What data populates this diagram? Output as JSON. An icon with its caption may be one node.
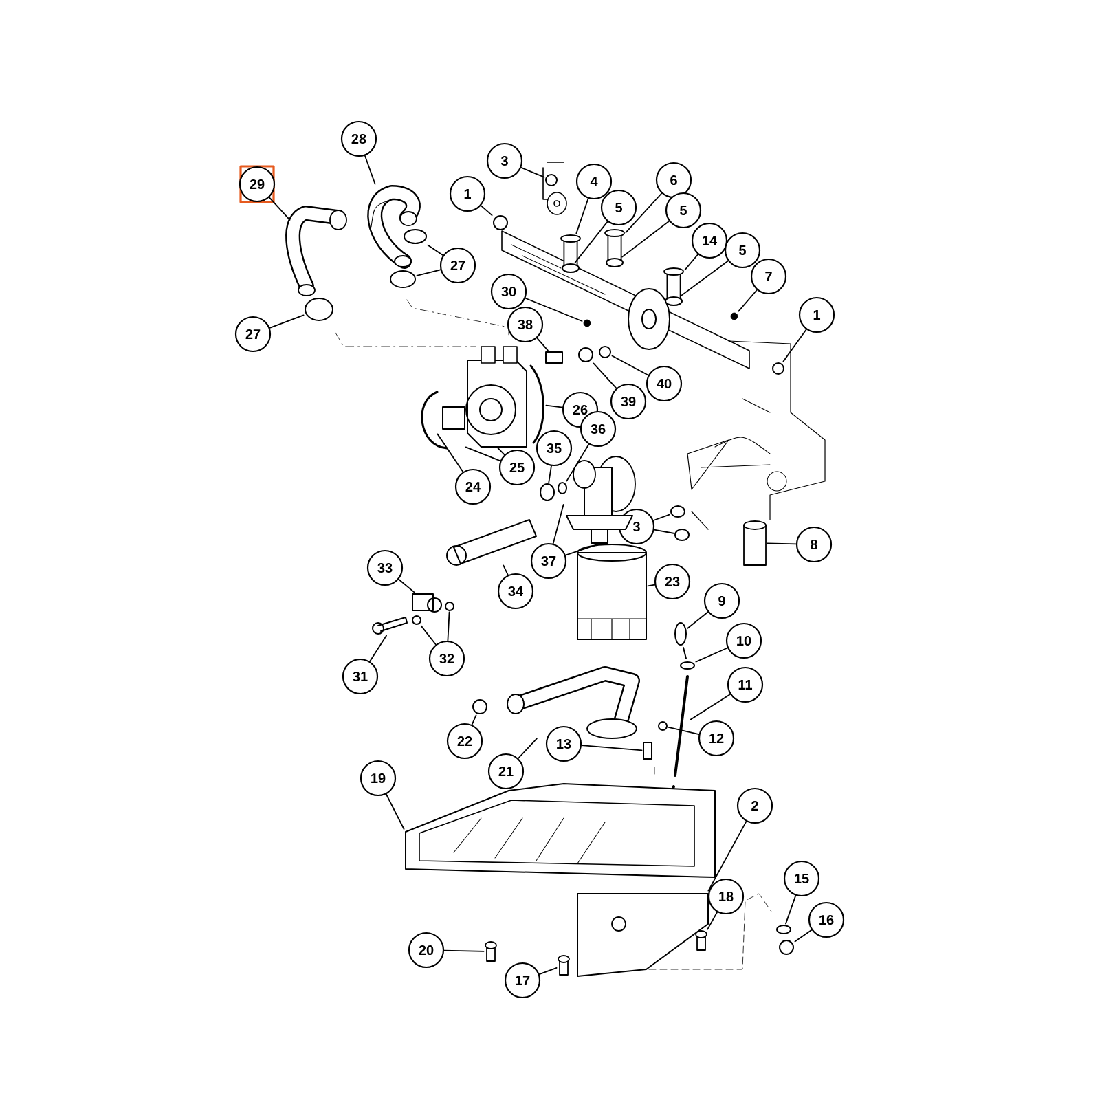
{
  "diagram": {
    "nodes": [
      {
        "text": [
          "29"
        ]
      },
      {
        "text": [
          "28"
        ]
      },
      {
        "text": [
          "27"
        ]
      },
      {
        "text": [
          "27"
        ]
      },
      {
        "text": [
          "3"
        ]
      },
      {
        "text": [
          "1"
        ]
      },
      {
        "text": [
          "4"
        ]
      },
      {
        "text": [
          "5"
        ]
      },
      {
        "text": [
          "6"
        ]
      },
      {
        "text": [
          "5"
        ]
      },
      {
        "text": [
          "14"
        ]
      },
      {
        "text": [
          "5"
        ]
      },
      {
        "text": [
          "7"
        ]
      },
      {
        "text": [
          "1"
        ]
      },
      {
        "text": [
          "30"
        ]
      },
      {
        "text": [
          "38"
        ]
      },
      {
        "text": [
          "40"
        ]
      },
      {
        "text": [
          "39"
        ]
      },
      {
        "text": [
          "26"
        ]
      },
      {
        "text": [
          "36"
        ]
      },
      {
        "text": [
          "35"
        ]
      },
      {
        "text": [
          "25"
        ]
      },
      {
        "text": [
          "24"
        ]
      },
      {
        "text": [
          "3"
        ]
      },
      {
        "text": [
          "8"
        ]
      },
      {
        "text": [
          "37"
        ]
      },
      {
        "text": [
          "23"
        ]
      },
      {
        "text": [
          "34"
        ]
      },
      {
        "text": [
          "33"
        ]
      },
      {
        "text": [
          "32"
        ]
      },
      {
        "text": [
          "31"
        ]
      },
      {
        "text": [
          "9"
        ]
      },
      {
        "text": [
          "10"
        ]
      },
      {
        "text": [
          "11"
        ]
      },
      {
        "text": [
          "12"
        ]
      },
      {
        "text": [
          "13"
        ]
      },
      {
        "text": [
          "22"
        ]
      },
      {
        "text": [
          "21"
        ]
      },
      {
        "text": [
          "19"
        ]
      },
      {
        "text": [
          "2"
        ]
      },
      {
        "text": [
          "18"
        ]
      },
      {
        "text": [
          "15"
        ]
      },
      {
        "text": [
          "16"
        ]
      },
      {
        "text": [
          "20"
        ]
      },
      {
        "text": [
          "17"
        ]
      },
      {
        "text": [],
        "shape": "picture"
      },
      {
        "text": [],
        "shape": "picture"
      },
      {
        "text": [],
        "shape": "circle"
      },
      {
        "text": [],
        "shape": "circle"
      },
      {
        "text": [],
        "shape": "circle"
      },
      {
        "text": [],
        "shape": "circle"
      },
      {
        "text": [],
        "shape": "circle"
      },
      {
        "text": [],
        "shape": "cylinder"
      },
      {
        "text": [],
        "shape": "circle"
      },
      {
        "text": [],
        "shape": "cylinder"
      },
      {
        "text": [],
        "shape": "circle"
      },
      {
        "text": [],
        "shape": "cylinder"
      },
      {
        "text": [],
        "shape": "circle"
      },
      {
        "text": [],
        "shape": "circle"
      },
      {
        "text": [],
        "shape": "circle"
      },
      {
        "text": [],
        "shape": "circle"
      },
      {
        "text": [],
        "shape": "box"
      },
      {
        "text": [],
        "shape": "circle"
      },
      {
        "text": [],
        "shape": "circle"
      },
      {
        "text": [],
        "shape": "picture"
      },
      {
        "text": [],
        "shape": "circle"
      },
      {
        "text": [],
        "shape": "circle"
      },
      {
        "text": [],
        "shape": "picture"
      },
      {
        "text": [],
        "shape": "picture"
      },
      {
        "text": [],
        "shape": "circle"
      },
      {
        "text": [],
        "shape": "circle"
      },
      {
        "text": [],
        "shape": "cylinder"
      },
      {
        "text": [],
        "shape": "picture"
      },
      {
        "text": [],
        "shape": "picture"
      },
      {
        "text": [],
        "shape": "picture"
      },
      {
        "text": [],
        "shape": "picture"
      },
      {
        "text": [],
        "shape": "circle"
      },
      {
        "text": [],
        "shape": "circle"
      },
      {
        "text": [],
        "shape": "picture"
      },
      {
        "text": [],
        "shape": "circle"
      },
      {
        "text": [],
        "shape": "circle"
      },
      {
        "text": [],
        "shape": "picture"
      },
      {
        "text": [],
        "shape": "circle"
      },
      {
        "text": [],
        "shape": "box"
      },
      {
        "text": [],
        "shape": "circle"
      },
      {
        "text": [],
        "shape": "picture"
      },
      {
        "text": [],
        "shape": "picture"
      },
      {
        "text": [],
        "shape": "picture"
      },
      {
        "text": [],
        "shape": "cylinder"
      },
      {
        "text": [],
        "shape": "circle"
      },
      {
        "text": [],
        "shape": "circle"
      },
      {
        "text": [],
        "shape": "cylinder"
      },
      {
        "text": [],
        "shape": "cylinder"
      }
    ],
    "edges": [
      {
        "from": 0,
        "to": 45,
        "arrow": "none"
      },
      {
        "from": 1,
        "to": 46,
        "arrow": "none"
      },
      {
        "from": 2,
        "to": 47,
        "arrow": "none"
      },
      {
        "from": 2,
        "to": 48,
        "arrow": "none"
      },
      {
        "from": 3,
        "to": 49,
        "arrow": "none"
      },
      {
        "from": 4,
        "to": 50,
        "arrow": "none"
      },
      {
        "from": 5,
        "to": 51,
        "arrow": "none"
      },
      {
        "from": 6,
        "to": 52,
        "arrow": "none"
      },
      {
        "from": 7,
        "to": 53,
        "arrow": "none"
      },
      {
        "from": 8,
        "to": 54,
        "arrow": "none"
      },
      {
        "from": 9,
        "to": 55,
        "arrow": "none"
      },
      {
        "from": 10,
        "to": 56,
        "arrow": "none"
      },
      {
        "from": 11,
        "to": 57,
        "arrow": "none"
      },
      {
        "from": 12,
        "to": 58,
        "arrow": "none"
      },
      {
        "from": 13,
        "to": 59,
        "arrow": "none"
      },
      {
        "from": 14,
        "to": 60,
        "arrow": "none"
      },
      {
        "from": 15,
        "to": 61,
        "arrow": "none"
      },
      {
        "from": 16,
        "to": 62,
        "arrow": "none"
      },
      {
        "from": 17,
        "to": 63,
        "arrow": "none"
      },
      {
        "from": 18,
        "to": 64,
        "arrow": "none"
      },
      {
        "from": 19,
        "to": 65,
        "arrow": "none"
      },
      {
        "from": 20,
        "to": 66,
        "arrow": "none"
      },
      {
        "from": 21,
        "to": 67,
        "arrow": "none"
      },
      {
        "from": 21,
        "to": 67,
        "arrow": "none"
      },
      {
        "from": 22,
        "to": 68,
        "arrow": "none"
      },
      {
        "from": 23,
        "to": 69,
        "arrow": "none"
      },
      {
        "from": 23,
        "to": 70,
        "arrow": "none"
      },
      {
        "from": 24,
        "to": 71,
        "arrow": "none"
      },
      {
        "from": 25,
        "to": 72,
        "arrow": "none"
      },
      {
        "from": 25,
        "to": 72,
        "arrow": "none"
      },
      {
        "from": 26,
        "to": 73,
        "arrow": "none"
      },
      {
        "from": 27,
        "to": 74,
        "arrow": "none"
      },
      {
        "from": 28,
        "to": 75,
        "arrow": "none"
      },
      {
        "from": 29,
        "to": 76,
        "arrow": "none"
      },
      {
        "from": 29,
        "to": 77,
        "arrow": "none"
      },
      {
        "from": 30,
        "to": 78,
        "arrow": "none"
      },
      {
        "from": 31,
        "to": 79,
        "arrow": "none"
      },
      {
        "from": 32,
        "to": 80,
        "arrow": "none"
      },
      {
        "from": 33,
        "to": 81,
        "arrow": "none"
      },
      {
        "from": 34,
        "to": 82,
        "arrow": "none"
      },
      {
        "from": 35,
        "to": 83,
        "arrow": "none"
      },
      {
        "from": 36,
        "to": 84,
        "arrow": "none"
      },
      {
        "from": 37,
        "to": 85,
        "arrow": "none"
      },
      {
        "from": 38,
        "to": 86,
        "arrow": "none"
      },
      {
        "from": 39,
        "to": 87,
        "arrow": "none"
      },
      {
        "from": 40,
        "to": 88,
        "arrow": "none"
      },
      {
        "from": 41,
        "to": 89,
        "arrow": "none"
      },
      {
        "from": 42,
        "to": 90,
        "arrow": "none"
      },
      {
        "from": 43,
        "to": 91,
        "arrow": "none"
      },
      {
        "from": 44,
        "to": 92,
        "arrow": "none"
      }
    ]
  }
}
